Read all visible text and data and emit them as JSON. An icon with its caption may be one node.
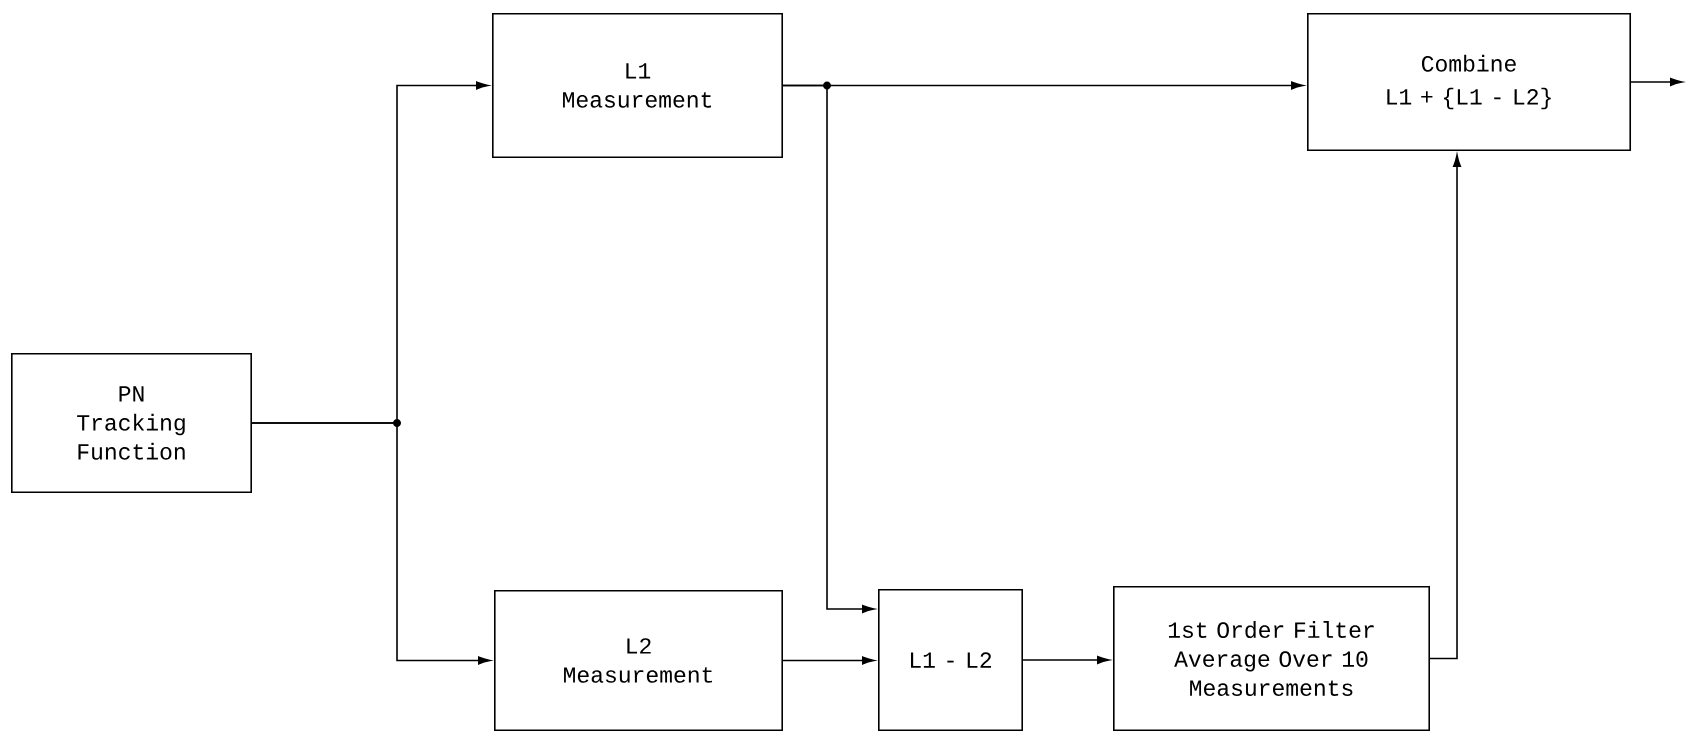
{
  "diagram": {
    "nodes": [
      {
        "text": [
          "PN Tracking Function"
        ]
      },
      {
        "text": [
          "L1 Measurement"
        ]
      },
      {
        "text": [
          "L2 Measurement"
        ]
      },
      {
        "text": [
          "L1 - L2"
        ]
      },
      {
        "text": [
          "Combine",
          "L1 + {L1 - L2}"
        ]
      },
      {
        "text": [
          "1st Order Filter Average Over 10 Measurements"
        ]
      }
    ],
    "edges": [
      {
        "from": 0,
        "to": 1,
        "arrow": "to"
      },
      {
        "from": 0,
        "to": 2,
        "arrow": "to"
      },
      {
        "from": 1,
        "to": 4,
        "arrow": "to"
      },
      {
        "from": 1,
        "to": 3,
        "arrow": "to"
      },
      {
        "from": 2,
        "to": 3,
        "arrow": "to"
      },
      {
        "from": 3,
        "to": 5,
        "arrow": "to"
      },
      {
        "from": 5,
        "to": 4,
        "arrow": "to"
      },
      {
        "from": 4,
        "to": null,
        "arrow": "to"
      }
    ]
  }
}
